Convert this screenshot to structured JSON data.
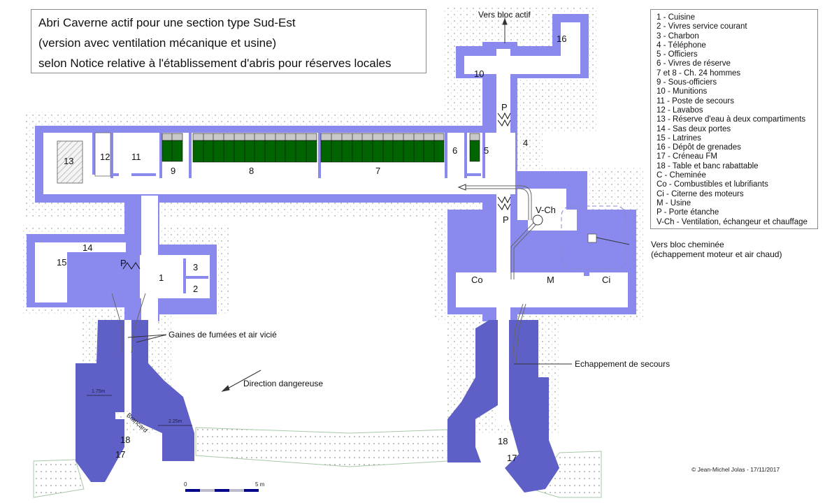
{
  "title": {
    "lines": [
      "Abri Caverne actif pour une section type Sud-Est",
      "(version avec ventilation mécanique et usine)",
      "selon Notice relative à l'établissement d'abris pour réserves locales"
    ]
  },
  "legend": {
    "items": [
      "1 - Cuisine",
      "2 - Vivres service courant",
      "3 - Charbon",
      "4 - Téléphone",
      "5 - Officiers",
      "6 - Vivres de réserve",
      "7 et 8 - Ch. 24 hommes",
      "9 - Sous-officiers",
      "10 - Munitions",
      "11 - Poste de secours",
      "12 - Lavabos",
      "13 - Réserve d'eau à deux compartiments",
      "14 - Sas deux portes",
      "15 - Latrines",
      "16 - Dépôt de grenades",
      "17 - Créneau FM",
      "18 - Table et banc rabattable",
      "C   - Cheminée",
      "Co - Combustibles et lubrifiants",
      "Ci  - Citerne des moteurs",
      "M  - Usine",
      "P  - Porte étanche",
      "V-Ch - Ventilation, échangeur et chauffage"
    ]
  },
  "room_labels": {
    "r1": "1",
    "r2": "2",
    "r3": "3",
    "r4": "4",
    "r5": "5",
    "r6": "6",
    "r7": "7",
    "r8": "8",
    "r9": "9",
    "r10": "10",
    "r11": "11",
    "r12": "12",
    "r13": "13",
    "r14": "14",
    "r15": "15",
    "r16": "16",
    "r17_left": "17",
    "r18_left": "18",
    "r17_right": "17",
    "r18_right": "18",
    "co": "Co",
    "m": "M",
    "ci": "Ci",
    "vch": "V-Ch",
    "p_top": "P",
    "p_mid": "P",
    "p_left": "P"
  },
  "annotations": {
    "vers_bloc_actif": "Vers bloc actif",
    "vers_bloc_cheminee_1": "Vers bloc cheminée",
    "vers_bloc_cheminee_2": "(échappement moteur et air chaud)",
    "gaines": "Gaines de fumées et air vicié",
    "direction": "Direction dangereuse",
    "echappement": "Echappement de secours",
    "brancard": "Brancard",
    "dim_175": "1.75m",
    "dim_225": "2.25m"
  },
  "scale": {
    "start": "0",
    "end": "5 m"
  },
  "copyright": "© Jean-Michel Jolas - 17/11/2017",
  "colors": {
    "wall": "#8a8aee",
    "block": "#5f5fc8",
    "bed": "#006400",
    "ground": "#a8c8a8"
  }
}
